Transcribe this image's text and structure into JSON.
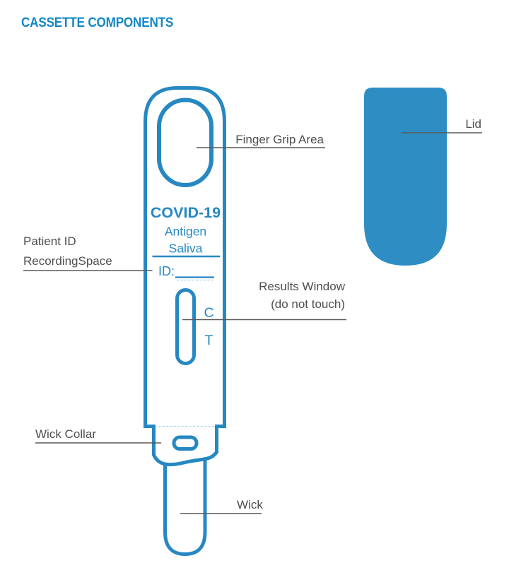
{
  "page": {
    "title": "CASSETTE COMPONENTS"
  },
  "colors": {
    "blue": "#2688c2",
    "title_blue": "#1287c5",
    "lid_fill": "#2e8ec4",
    "label_gray": "#4d4e50",
    "leader_gray": "#58585a",
    "dash_blue": "#a9d2ea"
  },
  "cassette": {
    "product_line1": "COVID-19",
    "product_line2": "Antigen",
    "product_line3": "Saliva",
    "id_label": "ID:",
    "control_marker": "C",
    "test_marker": "T"
  },
  "labels": {
    "finger_grip": "Finger Grip Area",
    "lid": "Lid",
    "patient_id_line1": "Patient ID",
    "patient_id_line2": "RecordingSpace",
    "results_window_line1": "Results Window",
    "results_window_line2": "(do not touch)",
    "wick_collar": "Wick Collar",
    "wick": "Wick"
  },
  "icons": {
    "cassette_body": "test-cassette-outline",
    "finger_grip_oval": "finger-grip-oval",
    "results_window_shape": "results-window-slot",
    "wick_collar_shape": "wick-collar",
    "wick_shape": "absorbent-wick",
    "lid_shape": "lid-silhouette"
  }
}
